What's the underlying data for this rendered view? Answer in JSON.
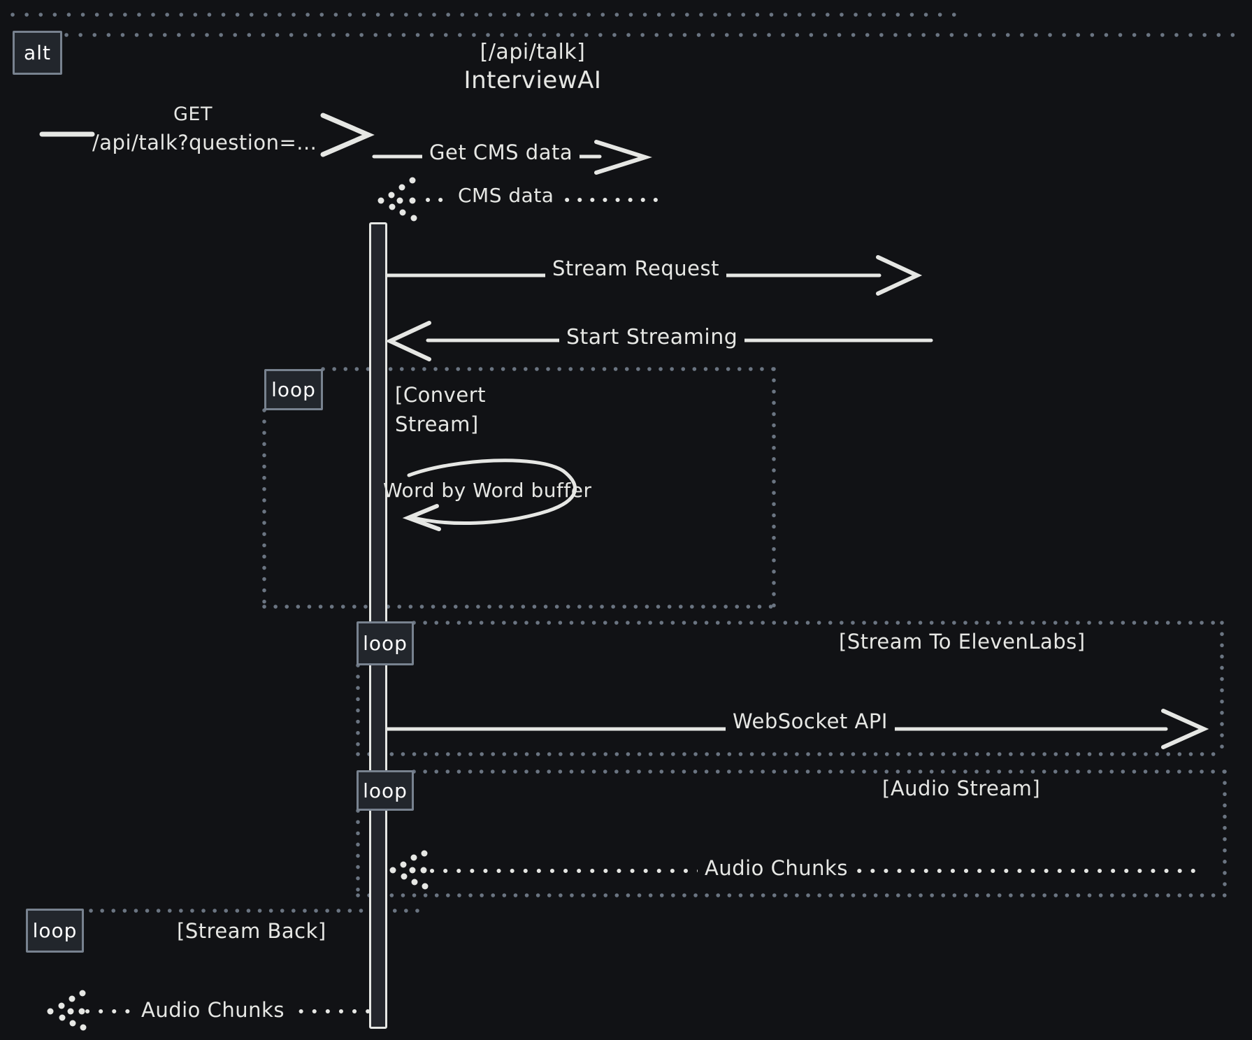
{
  "diagram": {
    "title_endpoint": "[/api/talk]",
    "title_service": "InterviewAI",
    "alt_label": "alt",
    "loop_label": "loop"
  },
  "messages": {
    "get_method": "GET",
    "get_path": "/api/talk?question=...",
    "get_cms": "Get CMS data",
    "cms_return": "CMS data",
    "stream_request": "Stream Request",
    "start_streaming": "Start Streaming",
    "word_buffer": "Word by Word buffer",
    "websocket": "WebSocket API",
    "audio_chunks": "Audio Chunks",
    "audio_chunks_back": "Audio Chunks"
  },
  "loops": {
    "convert_stream": "[Convert\nStream]",
    "stream_to_elevenlabs": "[Stream To ElevenLabs]",
    "audio_stream": "[Audio Stream]",
    "stream_back": "[Stream Back]"
  },
  "colors": {
    "background": "#111215",
    "stroke": "#e6e7e4",
    "frame_dots": "#6b7582",
    "box_fill": "#22262c",
    "box_border": "#78828f"
  }
}
